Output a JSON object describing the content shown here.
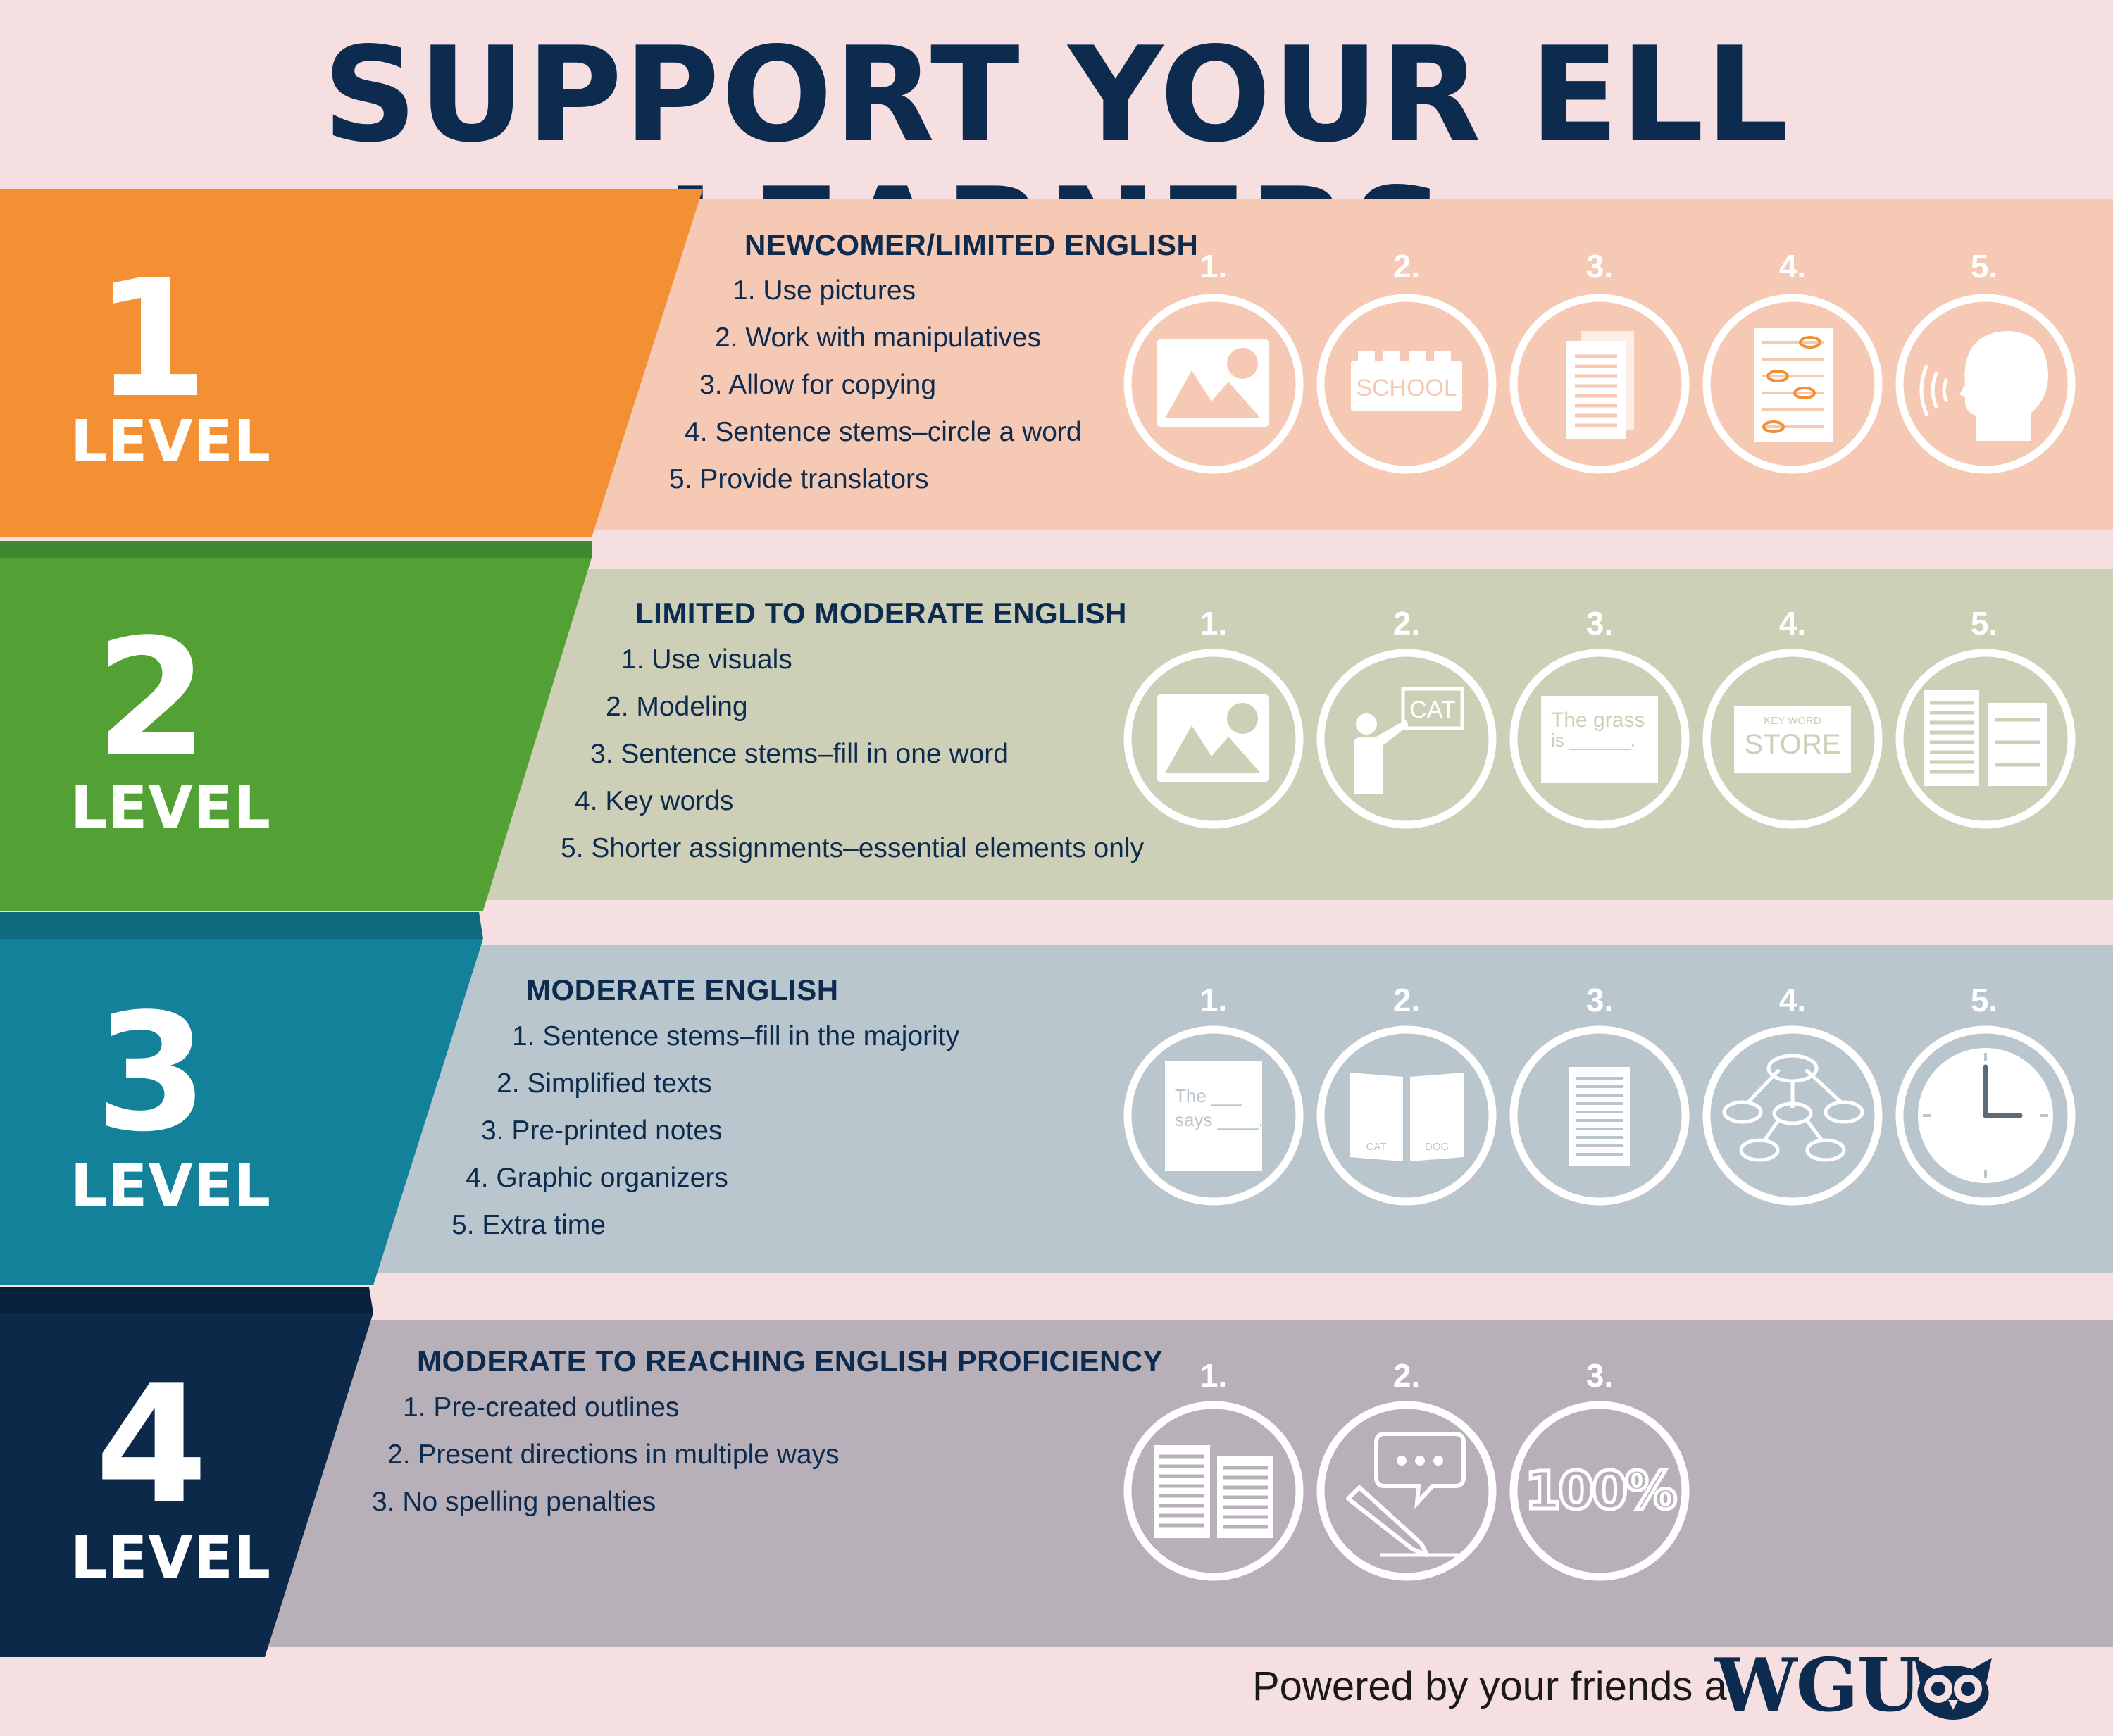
{
  "title": "SUPPORT YOUR ELL LEARNERS",
  "level_word": "LEVEL",
  "colors": {
    "navy": "#0d2a4f",
    "level1": "#f39034",
    "level2": "#53a135",
    "level3": "#13819a",
    "level4": "#0c294a",
    "panel1": "#f5c9b3",
    "panel2": "#cdcfb6",
    "panel3": "#bac6cd",
    "panel4": "#b7b0b8"
  },
  "levels": [
    {
      "number": "1",
      "heading": "NEWCOMER/LIMITED ENGLISH",
      "items": [
        "1. Use pictures",
        "2. Work with manipulatives",
        "3. Allow for copying",
        "4. Sentence stems–circle a word",
        "5. Provide translators"
      ],
      "icon_numbers": [
        "1.",
        "2.",
        "3.",
        "4.",
        "5."
      ],
      "icons": [
        "picture-icon",
        "school-block-icon",
        "copy-pages-icon",
        "circled-worksheet-icon",
        "speaking-head-icon"
      ],
      "icon_texts": {
        "school": "SCHOOL"
      }
    },
    {
      "number": "2",
      "heading": "LIMITED TO MODERATE ENGLISH",
      "items": [
        "1. Use visuals",
        "2. Modeling",
        "3. Sentence stems–fill in one word",
        "4. Key words",
        "5. Shorter assignments–essential elements only"
      ],
      "icon_numbers": [
        "1.",
        "2.",
        "3.",
        "4.",
        "5."
      ],
      "icons": [
        "picture-icon",
        "teacher-board-icon",
        "fill-in-sentence-icon",
        "key-word-card-icon",
        "short-pages-icon"
      ],
      "icon_texts": {
        "cat": "CAT",
        "grass1": "The grass",
        "grass2": "is ______.",
        "keyword_top": "KEY WORD",
        "keyword_main": "STORE"
      }
    },
    {
      "number": "3",
      "heading": "MODERATE ENGLISH",
      "items": [
        "1. Sentence stems–fill in the majority",
        "2. Simplified texts",
        "3. Pre-printed notes",
        "4. Graphic organizers",
        "5. Extra time"
      ],
      "icon_numbers": [
        "1.",
        "2.",
        "3.",
        "4.",
        "5."
      ],
      "icons": [
        "fill-in-majority-icon",
        "open-book-icon",
        "printed-notes-icon",
        "graphic-organizer-icon",
        "clock-icon"
      ],
      "icon_texts": {
        "stem1": "The ___",
        "stem2": "says ____.",
        "book_left": "CAT",
        "book_right": "DOG"
      }
    },
    {
      "number": "4",
      "heading": "MODERATE TO REACHING ENGLISH PROFICIENCY",
      "items": [
        "1. Pre-created outlines",
        "2. Present directions in multiple ways",
        "3. No spelling penalties"
      ],
      "icon_numbers": [
        "1.",
        "2.",
        "3."
      ],
      "icons": [
        "outline-pages-icon",
        "speech-pencil-icon",
        "hundred-percent-icon"
      ],
      "icon_texts": {
        "percent": "100%"
      }
    }
  ],
  "footer": {
    "text": "Powered by your friends at",
    "brand": "WGU"
  }
}
